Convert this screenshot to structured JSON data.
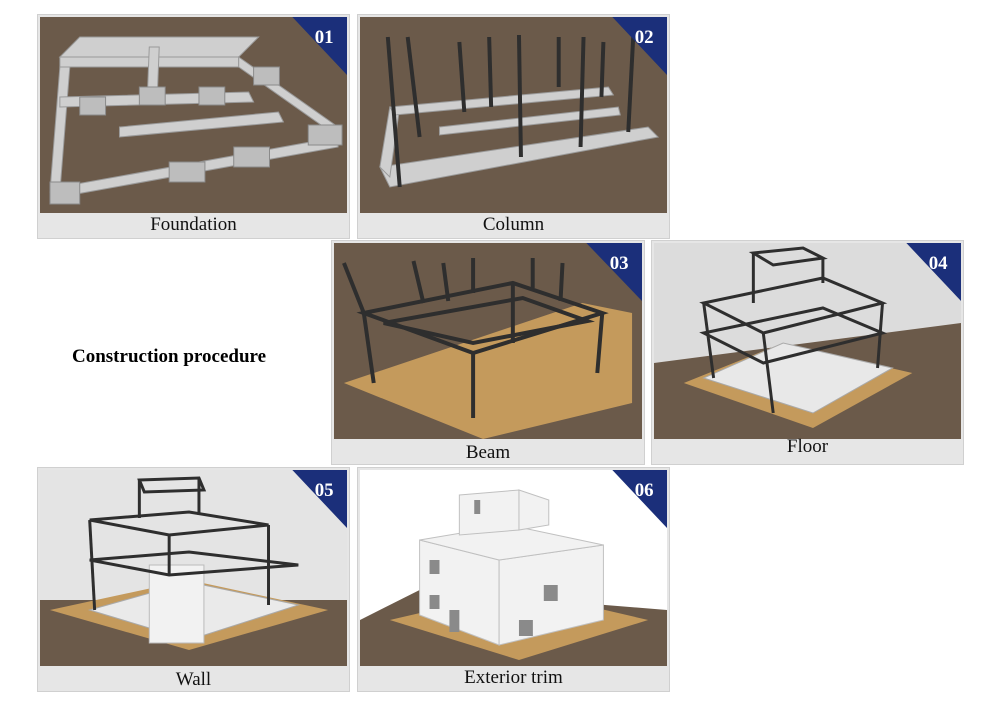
{
  "title": "Construction procedure",
  "steps": [
    {
      "num": "01",
      "caption": "Foundation"
    },
    {
      "num": "02",
      "caption": "Column"
    },
    {
      "num": "03",
      "caption": "Beam"
    },
    {
      "num": "04",
      "caption": "Floor"
    },
    {
      "num": "05",
      "caption": "Wall"
    },
    {
      "num": "06",
      "caption": "Exterior trim"
    }
  ],
  "colors": {
    "badge": "#1b2f7a",
    "ground": "#6b5a4a",
    "wood": "#c49a5c",
    "steel": "#3a3a3a",
    "concrete": "#cfcfcf"
  }
}
